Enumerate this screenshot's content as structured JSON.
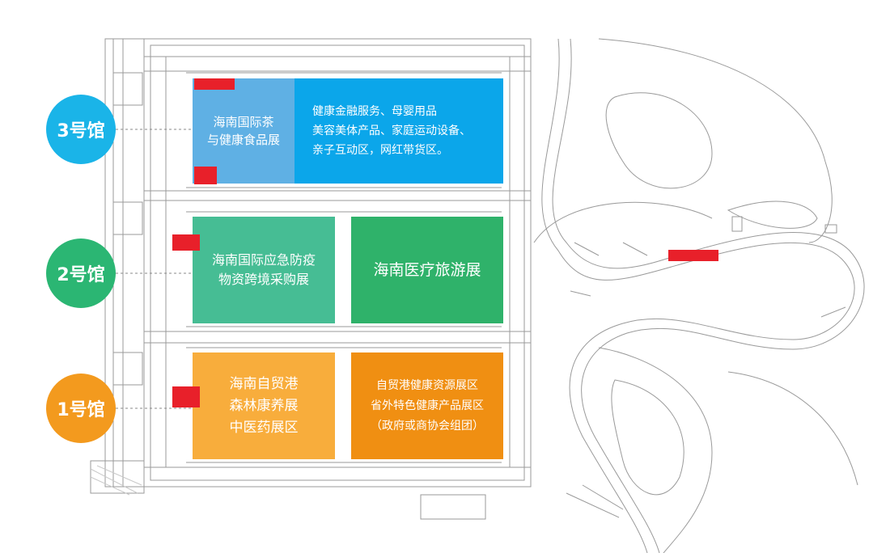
{
  "colors": {
    "hall3": "#1ab4e8",
    "hall2": "#2bb673",
    "hall1": "#f39a1e",
    "zone_lightblue": "#5fb0e4",
    "zone_blue": "#0ba6ea",
    "zone_teal": "#46bd94",
    "zone_green": "#2fb26a",
    "zone_lightorange": "#f8ad3c",
    "zone_orange": "#f08f12",
    "marker_red": "#e8202a",
    "plan_lines": "#9a9a9a"
  },
  "halls": [
    {
      "badge": "3号馆",
      "zones": [
        {
          "text": "海南国际茶\n与健康食品展"
        },
        {
          "text": "健康金融服务、母婴用品\n美容美体产品、家庭运动设备、\n亲子互动区，网红带货区。"
        }
      ]
    },
    {
      "badge": "2号馆",
      "zones": [
        {
          "text": "海南国际应急防疫\n物资跨境采购展"
        },
        {
          "text": "海南医疗旅游展"
        }
      ]
    },
    {
      "badge": "1号馆",
      "zones": [
        {
          "text": "海南自贸港\n森林康养展\n中医药展区"
        },
        {
          "text": "自贸港健康资源展区\n省外特色健康产品展区\n（政府或商协会组团）"
        }
      ]
    }
  ]
}
